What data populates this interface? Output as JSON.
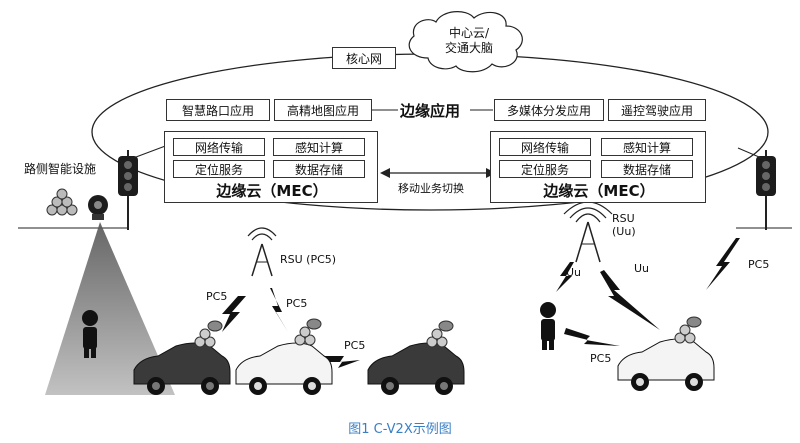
{
  "core_network": "核心网",
  "central_cloud": {
    "line1": "中心云/",
    "line2": "交通大脑"
  },
  "edge_apps_label": "边缘应用",
  "left_mec": {
    "apps": [
      "智慧路口应用",
      "高精地图应用"
    ],
    "services": [
      "网络传输",
      "感知计算",
      "定位服务",
      "数据存储"
    ],
    "title": "边缘云（MEC）"
  },
  "right_mec": {
    "apps": [
      "多媒体分发应用",
      "遥控驾驶应用"
    ],
    "services": [
      "网络传输",
      "感知计算",
      "定位服务",
      "数据存储"
    ],
    "title": "边缘云（MEC）"
  },
  "handover_label": "移动业务切换",
  "roadside_label": "路侧智能设施",
  "rsu_left": "RSU (PC5)",
  "rsu_right": {
    "line1": "RSU",
    "line2": "(Uu)"
  },
  "link_labels": {
    "pc5": "PC5",
    "uu": "Uu"
  },
  "caption": "图1 C-V2X示例图"
}
